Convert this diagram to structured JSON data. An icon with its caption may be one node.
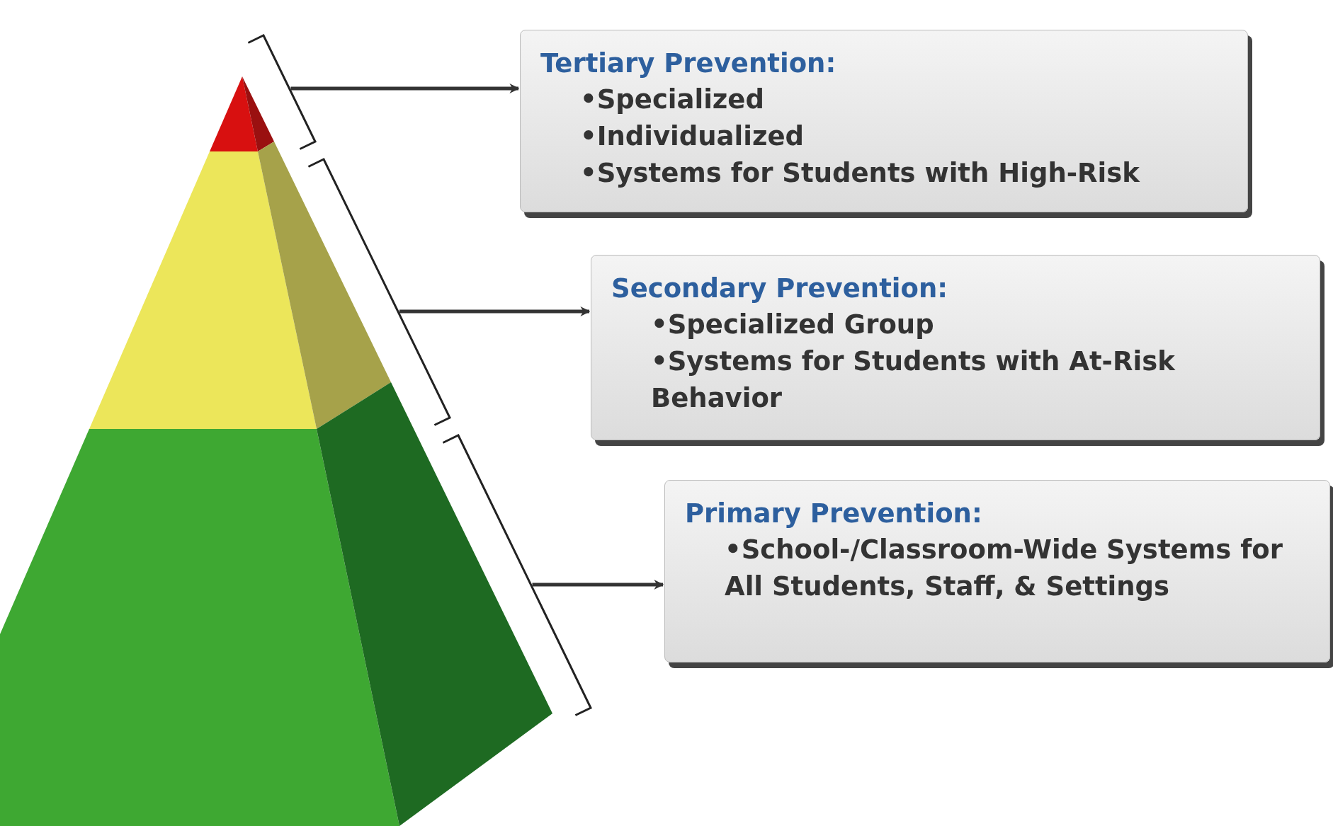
{
  "diagram": {
    "nodes": [
      {
        "text": [
          "Tertiary Prevention:",
          "•Specialized",
          "•Individualized",
          "•Systems for Students with High-Risk"
        ]
      },
      {
        "text": [
          "Secondary Prevention:",
          "•Specialized Group",
          "•Systems for Students with At-Risk Behavior"
        ]
      },
      {
        "text": [
          "Primary Prevention:",
          "•School-/Classroom-Wide Systems for All Students, Staff, & Settings"
        ]
      },
      {
        "text": [],
        "shape": "bracket"
      },
      {
        "text": [],
        "shape": "bracket"
      },
      {
        "text": [],
        "shape": "bracket"
      }
    ],
    "edges": [
      {
        "from": 3,
        "to": 0,
        "arrow": "to"
      },
      {
        "from": 4,
        "to": 1,
        "arrow": "to"
      },
      {
        "from": 5,
        "to": 2,
        "arrow": "to"
      }
    ]
  }
}
